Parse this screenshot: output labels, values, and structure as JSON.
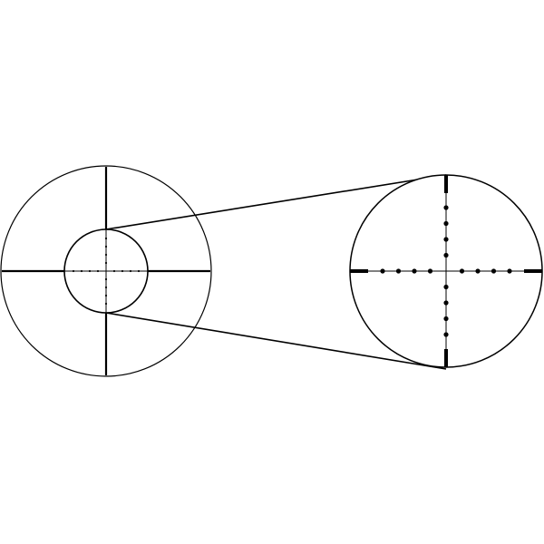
{
  "diagram": {
    "subject": "reticle-zoom-illustration",
    "colors": {
      "background": "#ffffff",
      "stroke": "#000000",
      "dot": "#000000"
    },
    "wide_view": {
      "center_dot_count_per_arm": 4
    },
    "zoomed_view": {
      "dot_count_per_arm": 4
    }
  }
}
